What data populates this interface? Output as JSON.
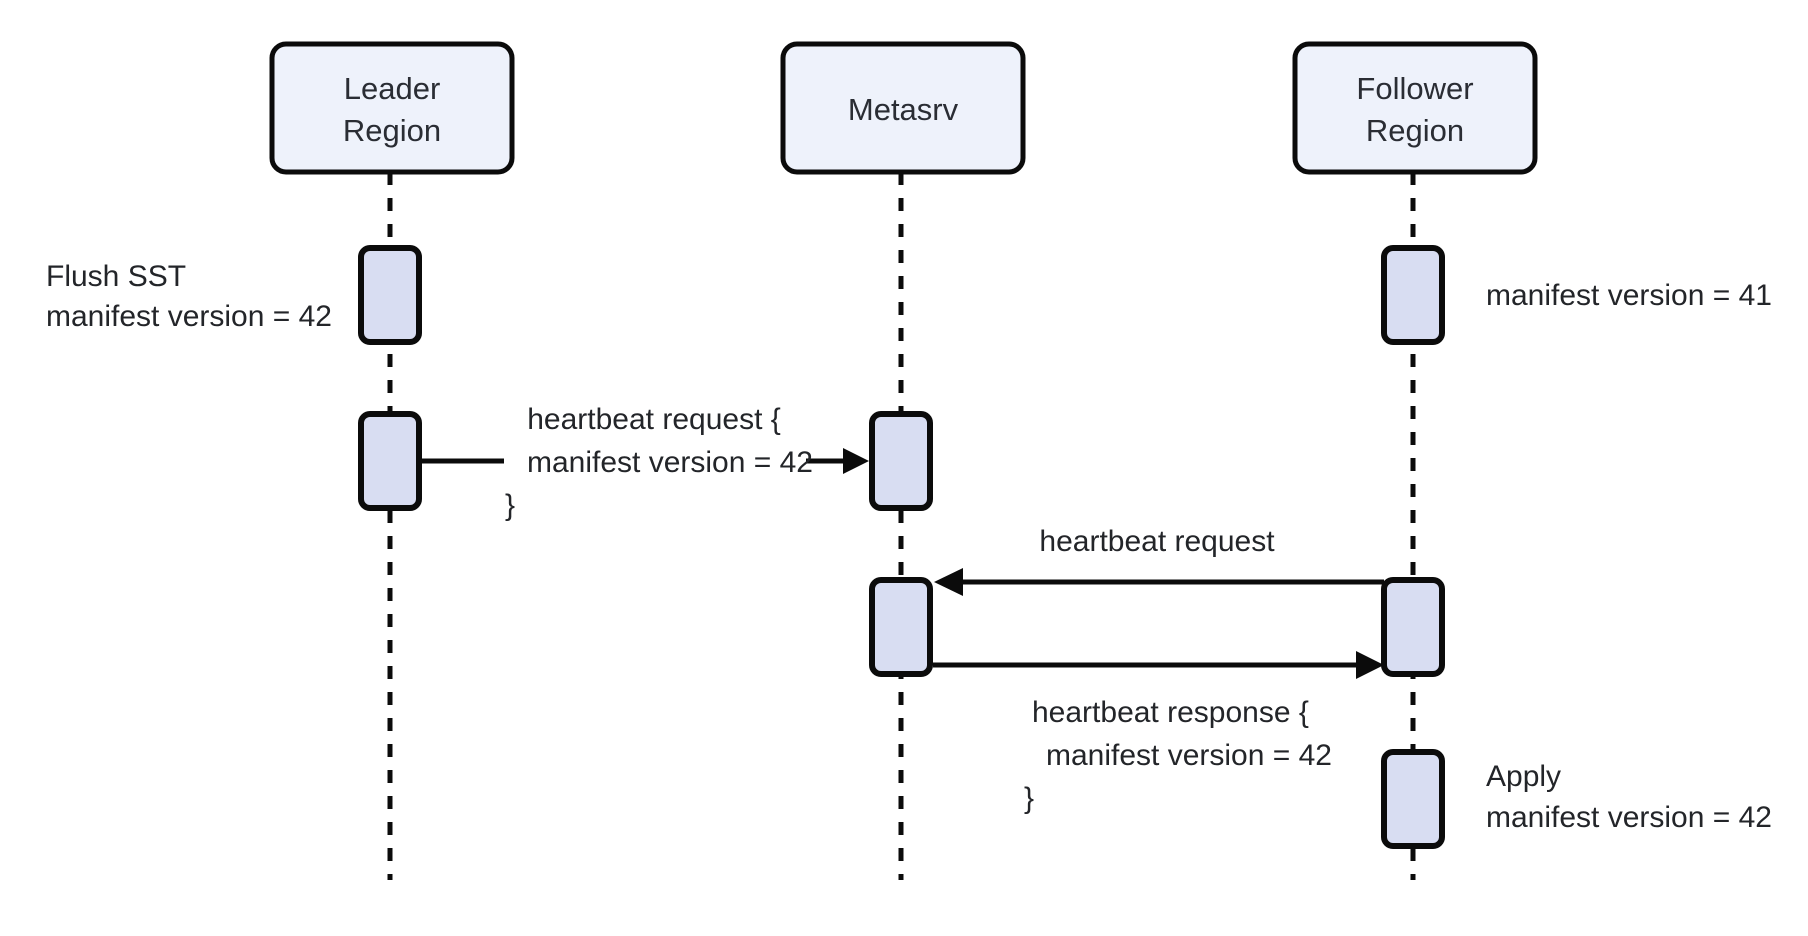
{
  "diagram": {
    "type": "sequence-diagram",
    "title": "Region manifest version propagation via heartbeat",
    "background_color": "#ffffff",
    "participant_fill": "#eef2fb",
    "participant_stroke": "#0b0b0b",
    "activation_fill": "#d8ddf2",
    "activation_stroke": "#0b0b0b",
    "line_color": "#0b0b0b",
    "text_color": "#232529"
  },
  "participants": [
    {
      "id": "leader",
      "label_line1": "Leader",
      "label_line2": "Region"
    },
    {
      "id": "metasrv",
      "label_line1": "Metasrv",
      "label_line2": ""
    },
    {
      "id": "follower",
      "label_line1": "Follower",
      "label_line2": "Region"
    }
  ],
  "notes": {
    "leader_flush": {
      "line1": "Flush SST",
      "line2": "manifest version = 42"
    },
    "follower_initial": {
      "line1": "manifest version = 41"
    },
    "follower_apply": {
      "line1": "Apply",
      "line2": "manifest version = 42"
    }
  },
  "messages": [
    {
      "id": "heartbeat-request-leader",
      "from": "leader",
      "to": "metasrv",
      "direction": "right",
      "label_line1": "heartbeat request {",
      "label_line2": "manifest version = 42",
      "label_line3": "}"
    },
    {
      "id": "heartbeat-request-follower",
      "from": "follower",
      "to": "metasrv",
      "direction": "left",
      "label_line1": "heartbeat request",
      "label_line2": "",
      "label_line3": ""
    },
    {
      "id": "heartbeat-response-metasrv",
      "from": "metasrv",
      "to": "follower",
      "direction": "right",
      "label_line1": "heartbeat response {",
      "label_line2": "manifest version = 42",
      "label_line3": "}"
    }
  ]
}
